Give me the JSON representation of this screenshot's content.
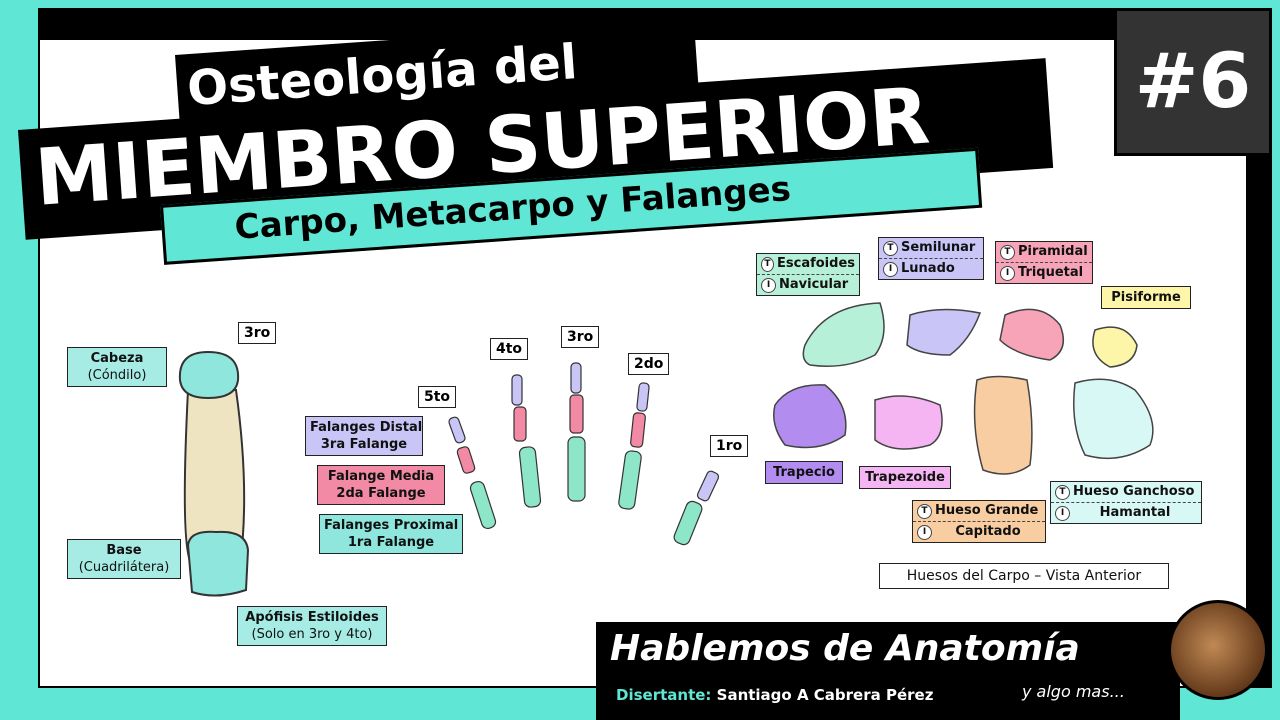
{
  "header": {
    "title_line1": "Osteología del",
    "title_line2": "MIEMBRO SUPERIOR",
    "subtitle": "Carpo, Metacarpo y Falanges",
    "episode": "#6"
  },
  "metacarpal": {
    "number": "3ro",
    "head": {
      "title": "Cabeza",
      "detail": "(Cóndilo)"
    },
    "base": {
      "title": "Base",
      "detail": "(Cuadrilátera)"
    },
    "styloid": {
      "title": "Apófisis Estiloides",
      "detail": "(Solo en 3ro y 4to)"
    }
  },
  "phalanges": {
    "fingers": [
      "5to",
      "4to",
      "3ro",
      "2do",
      "1ro"
    ],
    "distal": {
      "line1": "Falanges Distal",
      "line2": "3ra Falange"
    },
    "middle": {
      "line1": "Falange Media",
      "line2": "2da Falange"
    },
    "proximal": {
      "line1": "Falanges Proximal",
      "line2": "1ra Falange"
    }
  },
  "carpus": {
    "escafoides": "Escafoides",
    "navicular": "Navicular",
    "semilunar": "Semilunar",
    "lunado": "Lunado",
    "piramidal": "Piramidal",
    "triquetal": "Triquetal",
    "pisiforme": "Pisiforme",
    "trapecio": "Trapecio",
    "trapezoide": "Trapezoide",
    "hueso_grande": "Hueso Grande",
    "capitado": "Capitado",
    "hueso_ganchoso": "Hueso Ganchoso",
    "hamantal": "Hamantal",
    "caption": "Huesos del Carpo – Vista Anterior",
    "tag_t": "T",
    "tag_i": "I"
  },
  "footer": {
    "channel": "Hablemos de Anatomía",
    "presenter_label": "Disertante:",
    "presenter": "Santiago A Cabrera Pérez",
    "tagline": "y algo mas..."
  },
  "colors": {
    "teal": "#5fe6d4",
    "escafoides": "#b7f0d8",
    "semilunar": "#c9c6f7",
    "piramidal": "#f7a3b8",
    "pisiforme": "#fdf5a8",
    "trapecio": "#b38cf0",
    "trapezoide": "#f5b5f2",
    "hueso_grande": "#f8cda2",
    "hueso_ganchoso": "#d8f8f5"
  }
}
